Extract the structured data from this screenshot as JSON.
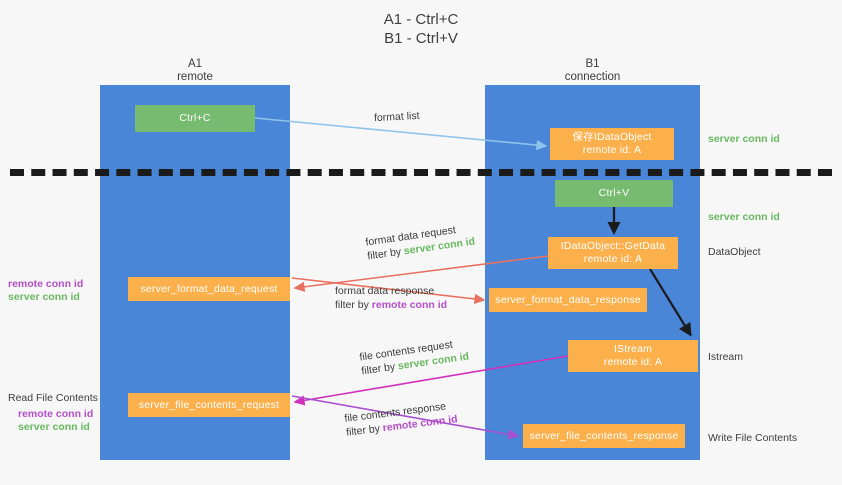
{
  "title": {
    "line1": "A1 - Ctrl+C",
    "line2": "B1 - Ctrl+V"
  },
  "columns": {
    "left": {
      "name": "A1",
      "role": "remote"
    },
    "right": {
      "name": "B1",
      "role": "connection"
    }
  },
  "nodes": {
    "ctrl_c": {
      "label": "Ctrl+C",
      "color": "#76bb6f"
    },
    "ctrl_v": {
      "label": "Ctrl+V",
      "color": "#76bb6f"
    },
    "idataobject": {
      "line1": "保存IDataObject",
      "line2": "remote id: A",
      "color": "#fbb04c"
    },
    "getdata": {
      "line1": "IDataObject::GetData",
      "line2": "remote id: A",
      "color": "#fbb04c"
    },
    "istream": {
      "line1": "IStream",
      "line2": "remote id: A",
      "color": "#fbb04c"
    },
    "server_format_data_request": {
      "label": "server_format_data_request",
      "color": "#fbb04c"
    },
    "server_format_data_response": {
      "label": "server_format_data_response",
      "color": "#fbb04c"
    },
    "server_file_contents_request": {
      "label": "server_file_contents_request",
      "color": "#fbb04c"
    },
    "server_file_contents_response": {
      "label": "server_file_contents_response",
      "color": "#fbb04c"
    }
  },
  "edge_labels": {
    "format_list": {
      "line1": "format list"
    },
    "format_data_request": {
      "line1": "format data request",
      "prefix": "filter by ",
      "key": "server conn id",
      "key_color": "#68b85f"
    },
    "format_data_response": {
      "line1": "format data response",
      "prefix": "filter by ",
      "key": "remote conn id",
      "key_color": "#b44ec9"
    },
    "file_contents_request": {
      "line1": "file contents request",
      "prefix": "filter by ",
      "key": "server conn id",
      "key_color": "#68b85f"
    },
    "file_contents_response": {
      "line1": "file contents response",
      "prefix": "filter by ",
      "key": "remote conn id",
      "key_color": "#b44ec9"
    }
  },
  "annotations": {
    "right": {
      "server_conn_id_top": "server conn id",
      "server_conn_id_mid": "server conn id",
      "dataobject": "DataObject",
      "istream": "Istream",
      "write_file_contents": "Write File Contents"
    },
    "left": {
      "remote_conn_id_1": "remote conn id",
      "server_conn_id_1": "server conn id",
      "read_file_contents": "Read File Contents",
      "remote_conn_id_2": "remote conn id",
      "server_conn_id_2": "server conn id"
    }
  },
  "colors": {
    "lane": "#4a86d8",
    "green": "#76bb6f",
    "orange": "#fbb04c",
    "green_text": "#68b85f",
    "purple_text": "#b44ec9",
    "arrow_blue": "#8ec3ea",
    "arrow_red": "#e8705f",
    "arrow_magenta": "#d22fbc",
    "arrow_purple": "#a84fd0",
    "arrow_black": "#1b1b1b",
    "divider": "#1b1b1b",
    "background": "#f7f7f7"
  }
}
